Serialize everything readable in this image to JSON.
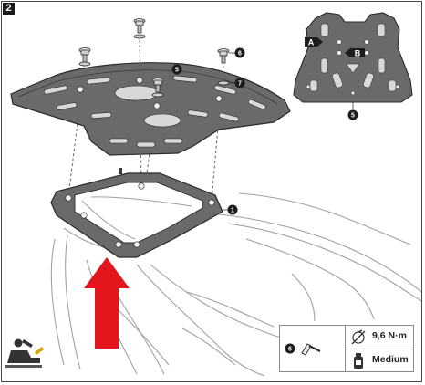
{
  "step": {
    "number": "2"
  },
  "callouts": {
    "base_plate": "1",
    "top_plate": "5",
    "top_plate_inset": "5",
    "screw": "6",
    "washer": "7"
  },
  "inset_labels": {
    "a": "A",
    "b": "B"
  },
  "legend": {
    "part_number": "6",
    "torque": "9,6 N·m",
    "threadlocker": "Medium"
  },
  "colors": {
    "plate_fill": "#6a6a6a",
    "plate_stroke": "#2a2a2a",
    "line_art": "#9a9a9a",
    "arrow_red": "#e2161c",
    "callout_fill": "#1c1c1c"
  }
}
